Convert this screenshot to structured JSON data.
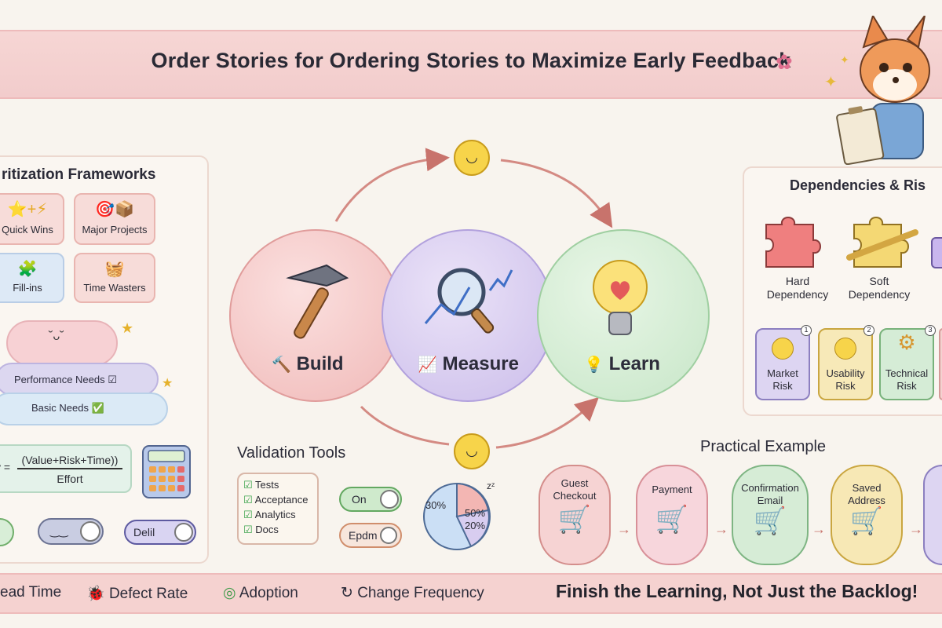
{
  "title": "Order Stories for Ordering Stories to Maximize Early Feedback",
  "left_panel": {
    "title": "ritization Frameworks",
    "tiles": [
      {
        "label": "Quick Wins",
        "icons": "⭐+⚡"
      },
      {
        "label": "Major Projects",
        "icons": "🎯📦"
      },
      {
        "label": "Fill-ins",
        "icons": "🧩"
      },
      {
        "label": "Time Wasters",
        "icons": "🧺"
      }
    ],
    "kano": {
      "performance": "Performance Needs",
      "basic": "Basic Needs"
    },
    "formula": {
      "prefix": "y =",
      "numerator": "(Value+Risk+Time))",
      "denominator": "Effort"
    },
    "toggle_label": "Delil"
  },
  "cycle": {
    "build": "Build",
    "measure": "Measure",
    "learn": "Learn"
  },
  "validation": {
    "title": "Validation Tools",
    "checklist": [
      "Tests",
      "Acceptance",
      "Analytics",
      "Docs"
    ],
    "toggle_on": "On",
    "toggle_off": "Epdm",
    "pie": {
      "a": "30%",
      "b": "50%",
      "c": "20%"
    }
  },
  "dependencies": {
    "title": "Dependencies & Ris",
    "items": [
      {
        "label": "Hard\nDependency"
      },
      {
        "label": "Soft\nDependency"
      }
    ],
    "risks": [
      {
        "label": "Market\nRisk",
        "badge": "1"
      },
      {
        "label": "Usability\nRisk",
        "badge": "2"
      },
      {
        "label": "Technical\nRisk",
        "badge": "3"
      }
    ]
  },
  "example": {
    "title": "Practical Example",
    "steps": [
      {
        "label": "Guest\nCheckout"
      },
      {
        "label": "Payment"
      },
      {
        "label": "Confirmation\nEmail"
      },
      {
        "label": "Saved\nAddress"
      }
    ]
  },
  "bottom": {
    "metrics": [
      "ead Time",
      "Defect Rate",
      "Adoption",
      "Change Frequency"
    ],
    "slogan": "Finish the Learning, Not Just the Backlog!"
  },
  "colors": {
    "build": "#f4c9c8",
    "measure": "#d9cdef",
    "learn": "#d6ecd6",
    "accent": "#e88f8a"
  }
}
